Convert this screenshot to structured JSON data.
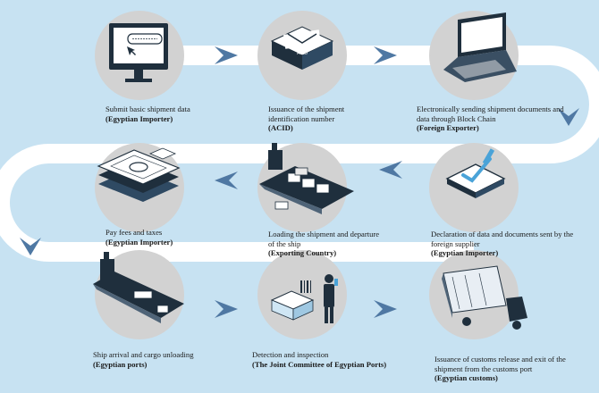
{
  "steps": [
    {
      "text": "Submit basic shipment data",
      "owner": "(Egyptian Importer)"
    },
    {
      "text": "Issuance of the shipment identification number",
      "owner": "(ACID)"
    },
    {
      "text": "Electronically sending shipment documents and data through Block Chain",
      "owner": "(Foreign Exporter)"
    },
    {
      "text": "Declaration of data and documents sent by the foreign supplier",
      "owner": "(Egyptian Importer)"
    },
    {
      "text": "Loading the shipment and departure of the ship",
      "owner": "(Exporting Country)"
    },
    {
      "text": "Pay fees and taxes",
      "owner": "(Egyptian Importer)"
    },
    {
      "text": "Ship arrival and cargo unloading",
      "owner": "(Egyptian ports)"
    },
    {
      "text": "Detection and inspection",
      "owner": "(The Joint Committee of Egyptian Ports)"
    },
    {
      "text": "Issuance of customs release and exit of the shipment from the customs port",
      "owner": "(Egyptian customs)"
    }
  ],
  "icons": [
    "computer-monitor-icon",
    "acid-envelope-icon",
    "laptop-icon",
    "clipboard-check-icon",
    "cargo-ship-icon",
    "money-stack-icon",
    "docked-ship-icon",
    "inspector-scanner-icon",
    "truck-container-icon"
  ],
  "acid_label": "ACID",
  "colors": {
    "background": "#c7e2f2",
    "path": "#ffffff",
    "circle": "#d2d2d2",
    "arrow": "#4f78a3",
    "icon_dark": "#1f2f3d",
    "accent": "#4aa3d8"
  }
}
